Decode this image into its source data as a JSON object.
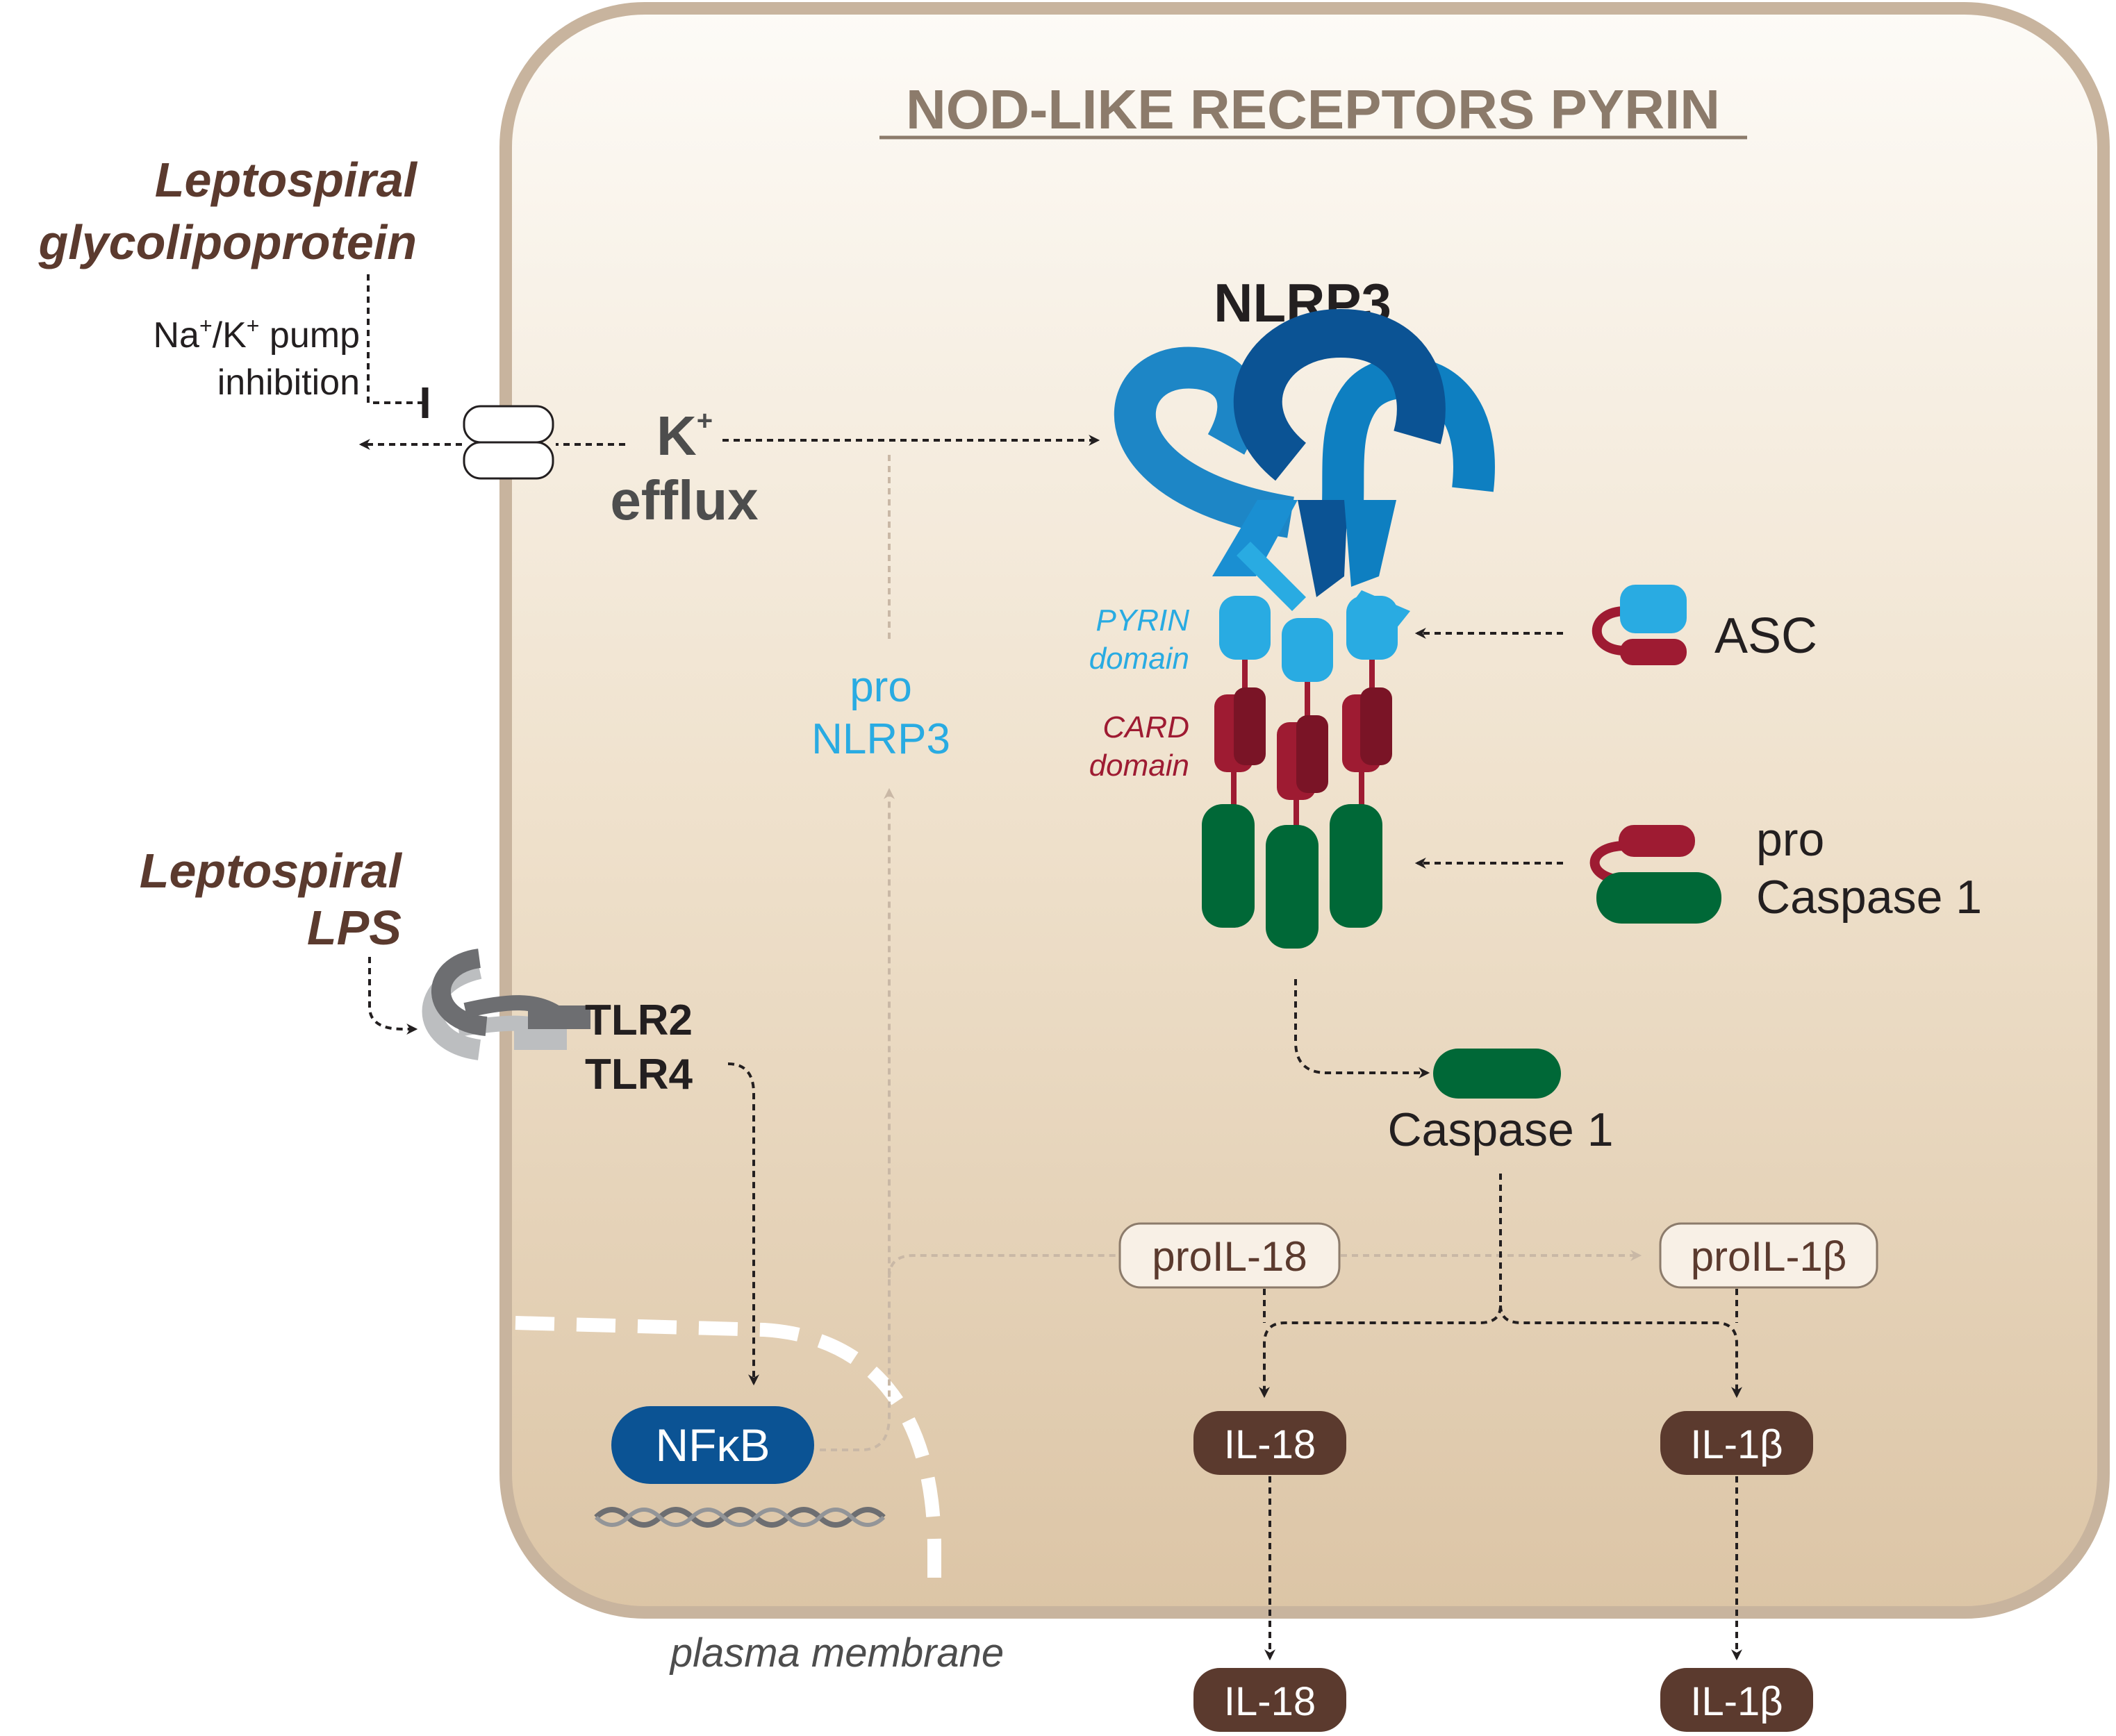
{
  "title": "NOD-LIKE RECEPTORS PYRIN",
  "stimuli": {
    "glycolipoprotein": [
      "Leptospiral",
      "glycolipoprotein"
    ],
    "lps": [
      "Leptospiral",
      "LPS"
    ]
  },
  "pump": {
    "line1_pre": "Na",
    "line1_sup1": "+",
    "line1_mid": "/K",
    "line1_sup2": "+",
    "line1_post": " pump",
    "line2": "inhibition"
  },
  "k_efflux": {
    "k": "K",
    "sup": "+",
    "efflux": "efflux"
  },
  "nlrp3": {
    "label": "NLRP3",
    "pyrin_domain": [
      "PYRIN",
      "domain"
    ],
    "card_domain": [
      "CARD",
      "domain"
    ]
  },
  "pro_nlrp3": [
    "pro",
    "NLRP3"
  ],
  "asc": "ASC",
  "pro_caspase": [
    "pro",
    "Caspase 1"
  ],
  "caspase": "Caspase 1",
  "tlr": [
    "TLR2",
    "TLR4"
  ],
  "nfkb": "NFκB",
  "pro_il18": "proIL-18",
  "pro_il1b": "proIL-1β",
  "il18_inside": "IL-18",
  "il1b_inside": "IL-1β",
  "il18_outside": "IL-18",
  "il1b_outside": "IL-1β",
  "plasma_membrane": "plasma membrane",
  "colors": {
    "cell_border": "#c8b49e",
    "pyrin": "#29abe2",
    "card": "#9e1b32",
    "caspase": "#006837",
    "nlr_dark": "#0b5394",
    "nlr_light": "#0e7fc1",
    "cytokine": "#5b3a2e",
    "nfkb": "#0b5394"
  }
}
